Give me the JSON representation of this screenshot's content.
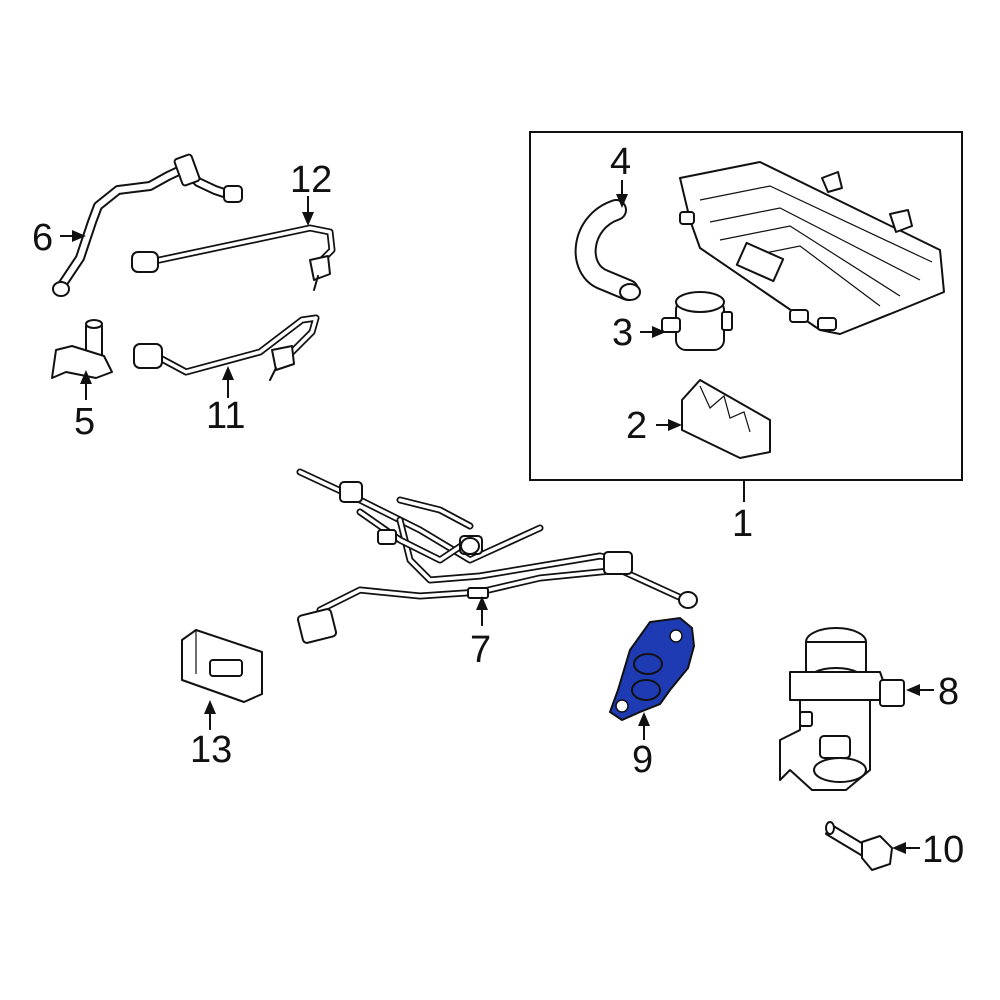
{
  "diagram": {
    "highlight_color": "#1f3bb3",
    "line_color": "#111111",
    "background": "#ffffff",
    "callouts": {
      "c1": "1",
      "c2": "2",
      "c3": "3",
      "c4": "4",
      "c5": "5",
      "c6": "6",
      "c7": "7",
      "c8": "8",
      "c9": "9",
      "c10": "10",
      "c11": "11",
      "c12": "12",
      "c13": "13"
    }
  }
}
